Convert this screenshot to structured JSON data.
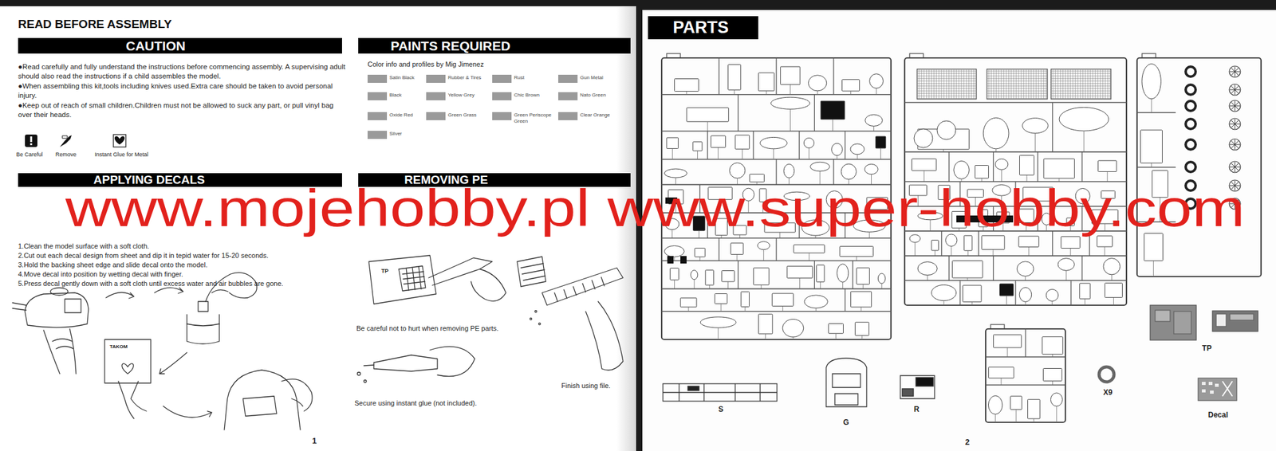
{
  "diagram": {
    "title": "READ BEFORE ASSEMBLY",
    "nodes": [
      {
        "text": [
          "CAUTION"
        ]
      },
      {
        "text": [
          "PAINTS REQUIRED"
        ]
      },
      {
        "text": [
          "APPLYING DECALS"
        ]
      },
      {
        "text": [
          "REMOVING PE"
        ]
      },
      {
        "text": [
          "PARTS"
        ]
      }
    ],
    "labels": [
      "●Read carefully and fully understand the instructions before commencing assembly. A supervising adult should also read the instructions if a child assembles the model.",
      "●When assembling this kit,tools including knives used.Extra care should be taken to avoid personal injury.",
      "●Keep out of reach of small children.Children must not be allowed to suck any part, or pull vinyl bag over their heads.",
      "Color info and profiles by Mig Jimenez",
      "Satin Black",
      "Rubber & Tires",
      "Rust",
      "Gun Metal",
      "Black",
      "Yellow Grey",
      "Chic Brown",
      "Nato Green",
      "Oxide Red",
      "Green Grass",
      "Green Periscope Green",
      "Clear Orange",
      "Silver",
      "Be Careful",
      "Remove",
      "Instant Glue for Metal",
      "TAKOM",
      "1.Clean the model surface with a soft cloth.",
      "2.Cut out each decal design from sheet and dip it in tepid water for 15-20 seconds.",
      "3.Hold the backing sheet edge and slide decal onto the model.",
      "4.Move decal into position by wetting decal with finger.",
      "5.Press decal gently down with a soft cloth until excess water and air bubbles are gone.",
      "TP",
      "Be careful not to hurt when removing PE parts.",
      "Secure using instant glue (not included).",
      "Finish using file.",
      "www.mojehobby.pl www.super-hobby.com",
      "1",
      "S",
      "G",
      "R",
      "X9",
      "TP",
      "Decal",
      "2"
    ]
  }
}
